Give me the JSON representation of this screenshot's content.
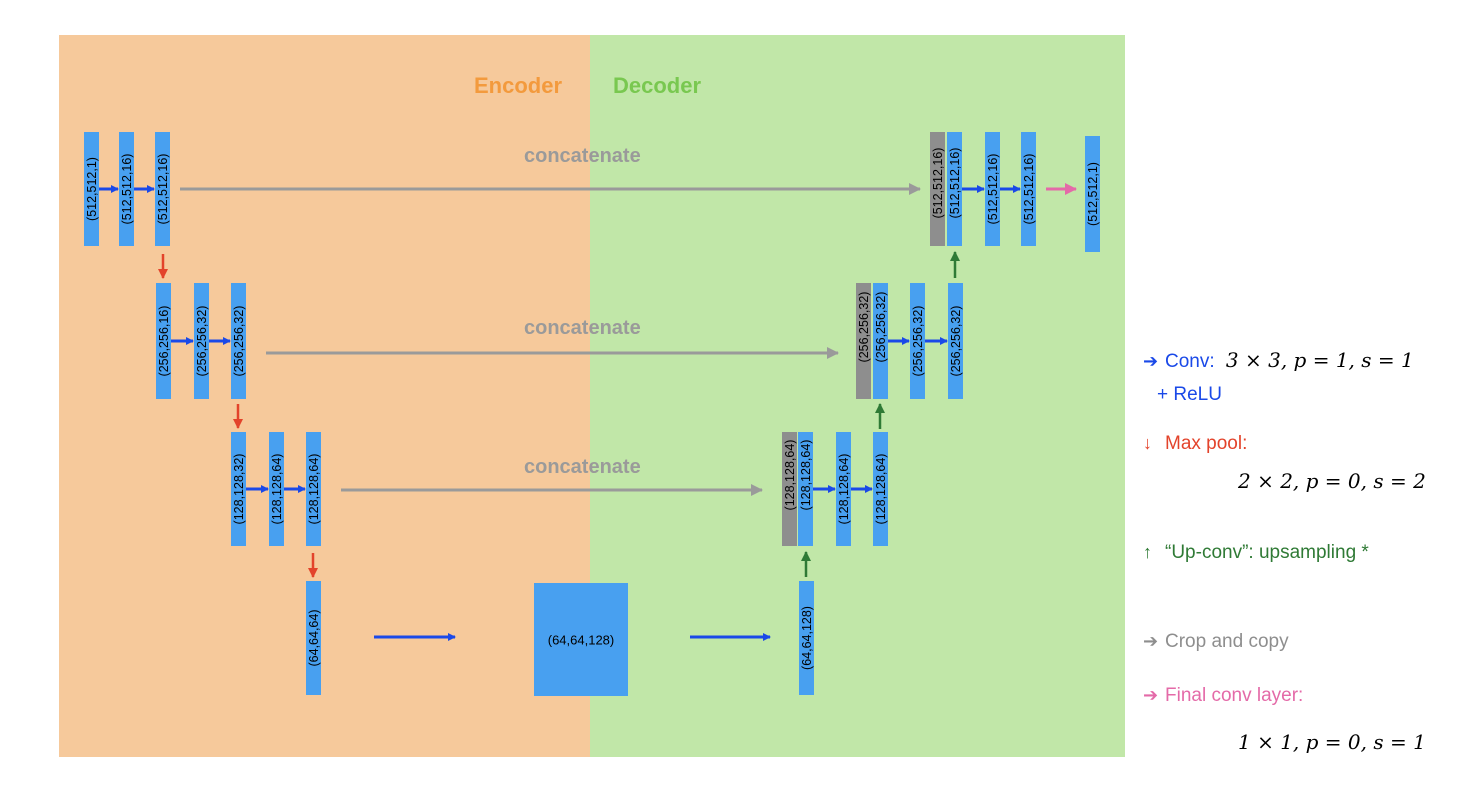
{
  "colors": {
    "encoder_bg": "#f6c99b",
    "decoder_bg": "#c1e7a8",
    "block": "#48a0f0",
    "concat_block": "#8e8e8e",
    "conv_arrow": "#1a49e8",
    "pool_arrow": "#e3432b",
    "upconv_arrow": "#2f7a35",
    "copy_arrow": "#9a9a9a",
    "final_arrow": "#e46aa8",
    "encoder_title": "#f39a3d",
    "decoder_title": "#79c850"
  },
  "titles": {
    "encoder": "Encoder",
    "decoder": "Decoder"
  },
  "concat_label": "concatenate",
  "encoder": {
    "level1": [
      "(512,512,1)",
      "(512,512,16)",
      "(512,512,16)"
    ],
    "level2": [
      "(256,256,16)",
      "(256,256,32)",
      "(256,256,32)"
    ],
    "level3": [
      "(128,128,32)",
      "(128,128,64)",
      "(128,128,64)"
    ],
    "level4": [
      "(64,64,64)"
    ]
  },
  "bottleneck": "(64,64,128)",
  "decoder": {
    "level4": [
      "(64,64,128)"
    ],
    "level3": {
      "copy": "(128,128,64)",
      "up": "(128,128,64)",
      "blocks": [
        "(128,128,64)",
        "(128,128,64)"
      ]
    },
    "level2": {
      "copy": "(256,256,32)",
      "up": "(256,256,32)",
      "blocks": [
        "(256,256,32)",
        "(256,256,32)"
      ]
    },
    "level1": {
      "copy": "(512,512,16)",
      "up": "(512,512,16)",
      "blocks": [
        "(512,512,16)",
        "(512,512,16)"
      ],
      "output": "(512,512,1)"
    }
  },
  "legend": {
    "conv_label": "Conv:",
    "conv_math": "3 × 3, p = 1, s = 1",
    "conv_relu": "+ ReLU",
    "pool_label": "Max pool:",
    "pool_math": "2 × 2, p = 0, s = 2",
    "upconv_label": "“Up-conv”: upsampling *",
    "copy_label": "Crop and copy",
    "final_label": "Final conv layer:",
    "final_math": "1 × 1, p = 0, s = 1",
    "glyph_right": "➔",
    "glyph_down": "↓",
    "glyph_up": "↑"
  }
}
